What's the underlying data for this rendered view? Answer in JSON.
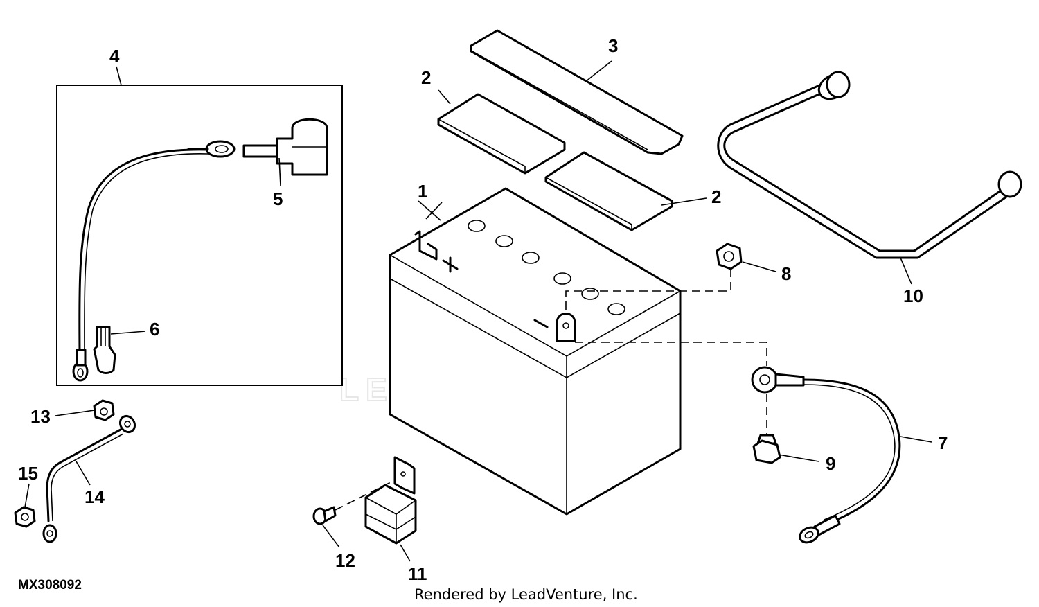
{
  "diagram": {
    "figure_code": "MX308092",
    "footer": "Rendered by LeadVenture, Inc.",
    "watermark": "LEADVENTURE",
    "callouts": {
      "c1": "1",
      "c2a": "2",
      "c2b": "2",
      "c3": "3",
      "c4": "4",
      "c5": "5",
      "c6": "6",
      "c7": "7",
      "c8": "8",
      "c9": "9",
      "c10": "10",
      "c11": "11",
      "c12": "12",
      "c13": "13",
      "c14": "14",
      "c15": "15"
    }
  }
}
